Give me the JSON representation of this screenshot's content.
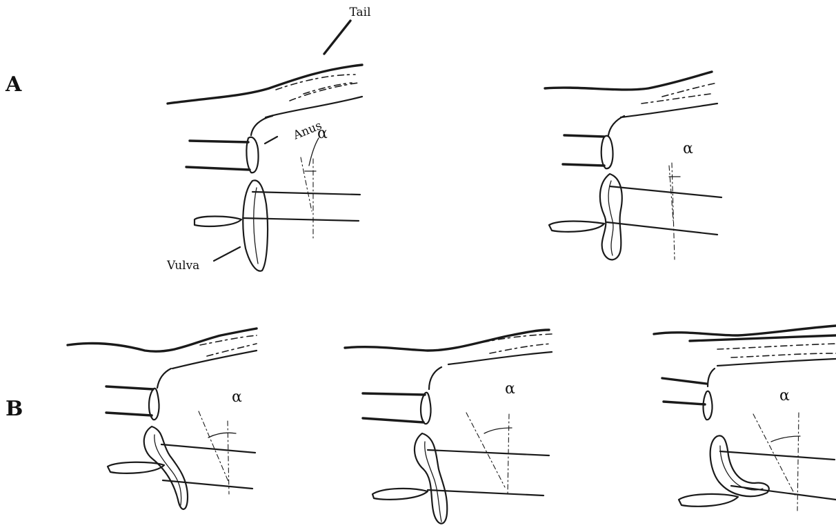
{
  "panels": [
    {
      "id": "A",
      "label": "A"
    },
    {
      "id": "B",
      "label": "B"
    }
  ],
  "annotations": {
    "tail": "Tail",
    "anus": "Anus",
    "vulva": "Vulva",
    "angle": "α"
  }
}
